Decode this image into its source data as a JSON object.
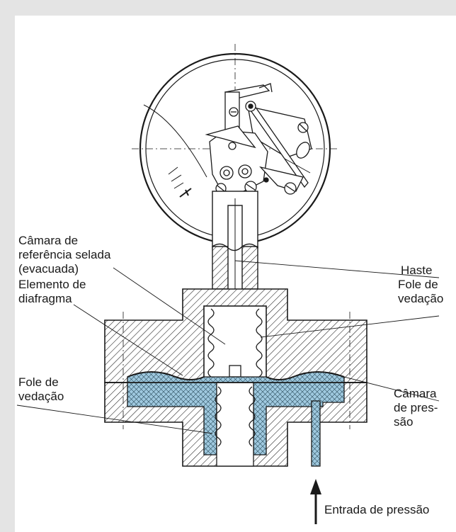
{
  "labels": {
    "reference_chamber": "Câmara de\nreferência selada\n(evacuada)",
    "diaphragm_element": "Elemento de\ndiafragma",
    "sealing_bellows_left": "Fole de\nvedação",
    "stem": "Haste",
    "sealing_bellows_right": "Fole de\nvedação",
    "pressure_chamber": "Câmara\nde pres-\nsão",
    "pressure_inlet": "Entrada de pressão"
  },
  "colors": {
    "background": "#e4e4e4",
    "fluid": "#9fc9df",
    "line": "#1a1a1a",
    "panel": "#ffffff"
  }
}
